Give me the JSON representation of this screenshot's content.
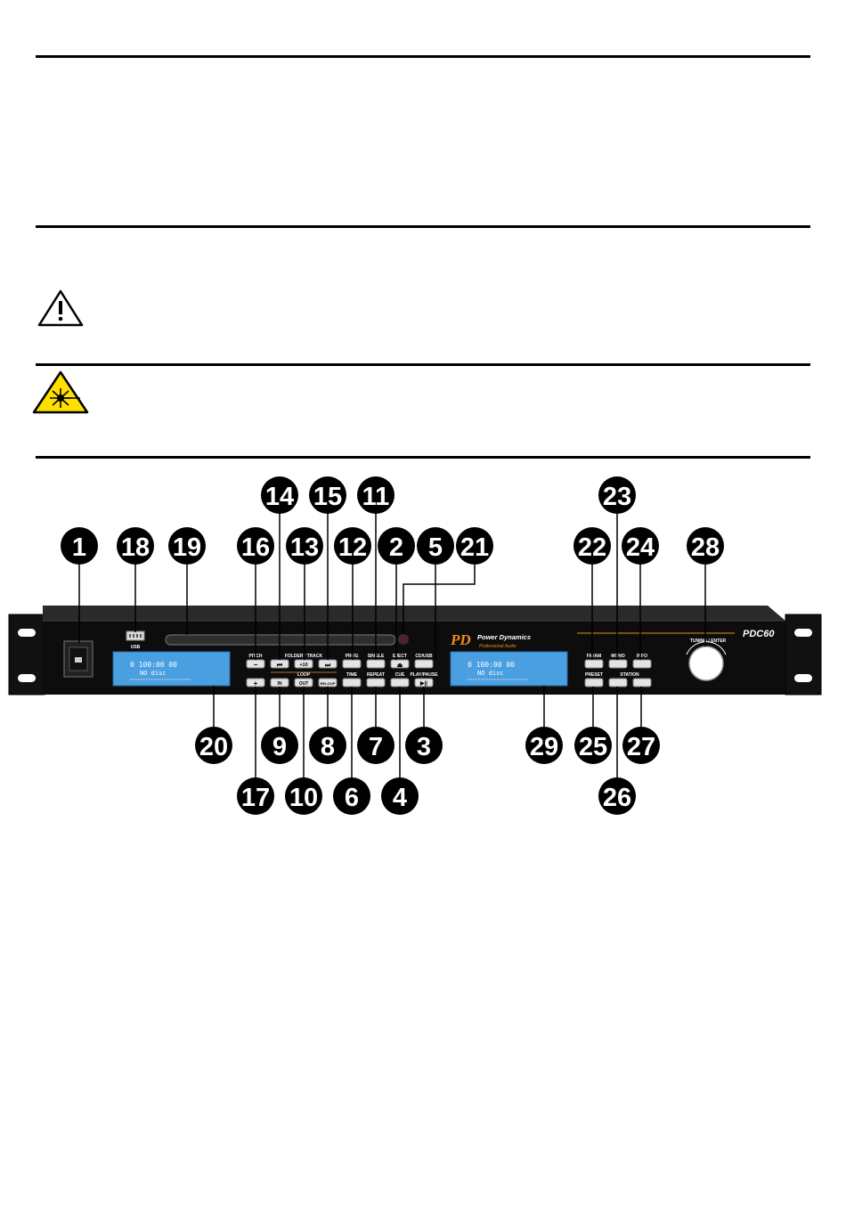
{
  "device": {
    "brand": "Power Dynamics",
    "brand_sub": "Professional Audio",
    "model": "PDC60",
    "knob_label": "TUNING / ENTER",
    "usb_label": "USB"
  },
  "displays": {
    "left": {
      "line1": "0 100:00 00",
      "line2": "NO disc"
    },
    "right": {
      "line1": "0 100:00 00",
      "line2": "NO disc"
    }
  },
  "panel_labels": {
    "pitch": "PITCH",
    "folder_track": "FOLDER / TRACK",
    "prog": "PROG",
    "single": "SINGLE",
    "eject": "EJECT",
    "cd_usb": "CD/USB",
    "loop": "LOOP",
    "time": "TIME",
    "repeat": "REPEAT",
    "cue": "CUE",
    "play_pause": "PLAY/PAUSE",
    "fm_am": "FM/AM",
    "mono": "MONO",
    "info": "INFO",
    "preset": "PRESET",
    "station": "STATION"
  },
  "button_glyphs": {
    "minus": "−",
    "plus": "+",
    "prev": "⏮",
    "plus10": "+10",
    "next": "⏭",
    "in": "IN",
    "out": "OUT",
    "reloop": "RELOOP",
    "eject": "⏏",
    "play_pause": "▶||"
  },
  "callouts": [
    "1",
    "2",
    "3",
    "4",
    "5",
    "6",
    "7",
    "8",
    "9",
    "10",
    "11",
    "12",
    "13",
    "14",
    "15",
    "16",
    "17",
    "18",
    "19",
    "20",
    "21",
    "22",
    "23",
    "24",
    "25",
    "26",
    "27",
    "28",
    "29"
  ],
  "colors": {
    "panel": "#0d0d0d",
    "panel_top": "#2a2a2a",
    "lcd": "#4a9fe0",
    "callout": "#000000",
    "accent": "#f08a1c",
    "laser_yellow": "#ffe100"
  }
}
